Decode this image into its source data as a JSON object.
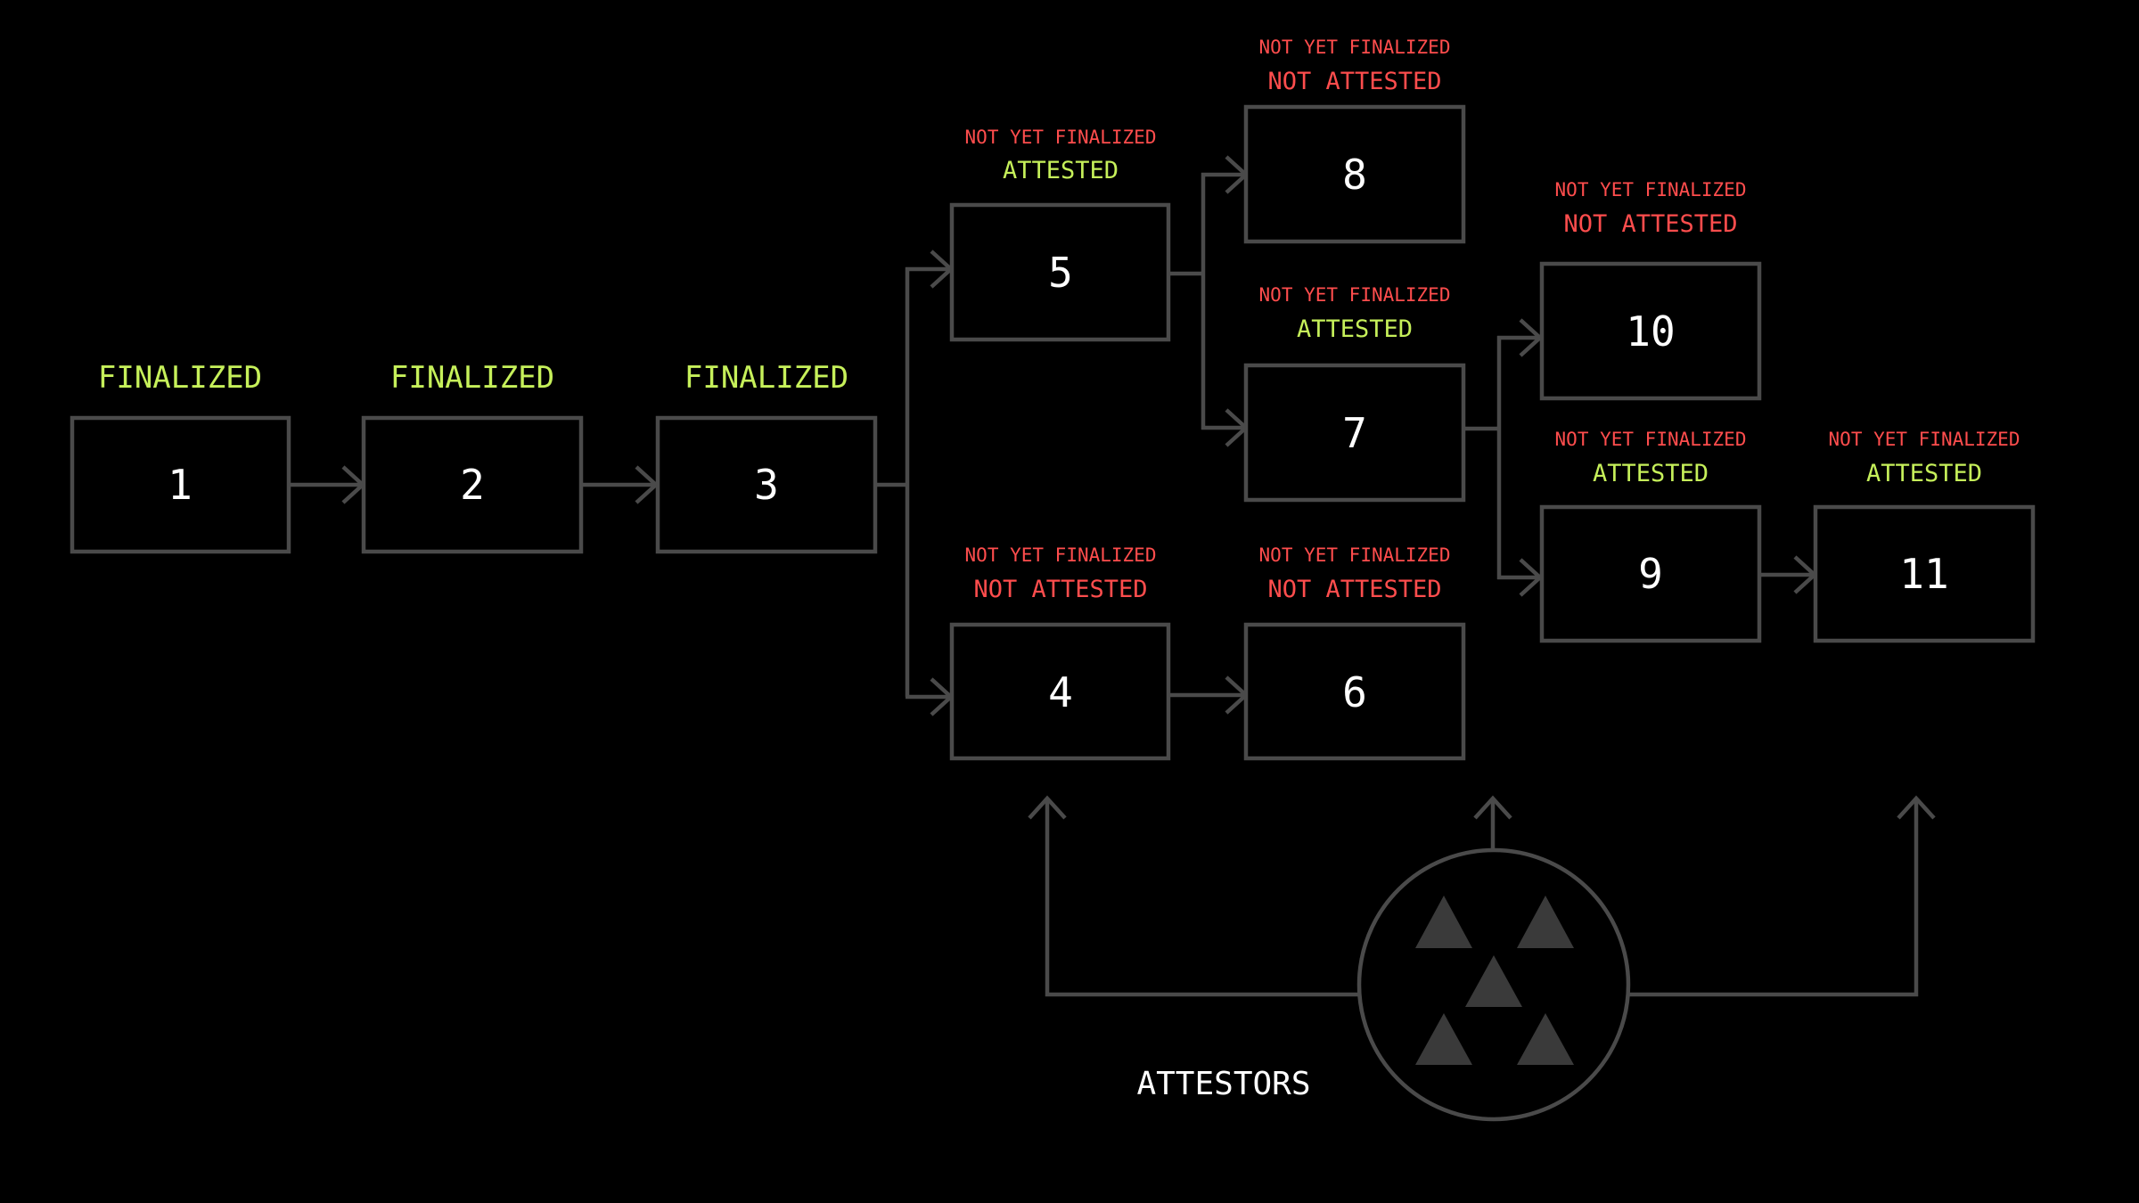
{
  "colors": {
    "background": "#000000",
    "outline": "#4a4a4a",
    "finalized": "#c6f05a",
    "attested": "#c6f05a",
    "not_finalized": "#ff4d4d",
    "not_attested": "#ff4d4d",
    "attestor_triangles": "#3a3a3a"
  },
  "blocks": {
    "b1": {
      "number": "1",
      "status": "FINALIZED"
    },
    "b2": {
      "number": "2",
      "status": "FINALIZED"
    },
    "b3": {
      "number": "3",
      "status": "FINALIZED"
    },
    "b4": {
      "number": "4",
      "finality": "NOT YET FINALIZED",
      "attestation": "NOT ATTESTED"
    },
    "b5": {
      "number": "5",
      "finality": "NOT YET FINALIZED",
      "attestation": "ATTESTED"
    },
    "b6": {
      "number": "6",
      "finality": "NOT YET FINALIZED",
      "attestation": "NOT ATTESTED"
    },
    "b7": {
      "number": "7",
      "finality": "NOT YET FINALIZED",
      "attestation": "ATTESTED"
    },
    "b8": {
      "number": "8",
      "finality": "NOT YET FINALIZED",
      "attestation": "NOT ATTESTED"
    },
    "b9": {
      "number": "9",
      "finality": "NOT YET FINALIZED",
      "attestation": "ATTESTED"
    },
    "b10": {
      "number": "10",
      "finality": "NOT YET FINALIZED",
      "attestation": "NOT ATTESTED"
    },
    "b11": {
      "number": "11",
      "finality": "NOT YET FINALIZED",
      "attestation": "ATTESTED"
    }
  },
  "attestors": {
    "label": "ATTESTORS",
    "icon": "attestor-group-icon"
  }
}
